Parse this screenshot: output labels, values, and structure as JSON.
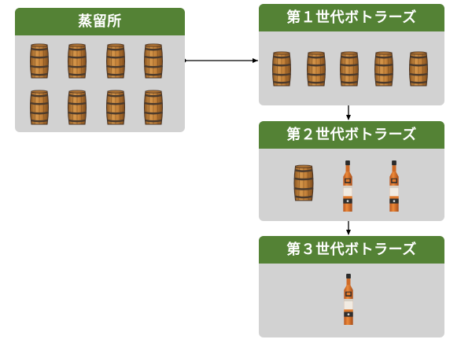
{
  "panels": {
    "distillery": {
      "title": "蒸留所",
      "items": [
        "barrel",
        "barrel",
        "barrel",
        "barrel",
        "barrel",
        "barrel",
        "barrel",
        "barrel"
      ]
    },
    "first_bottlers": {
      "title": "第１世代ボトラーズ",
      "items": [
        "barrel",
        "barrel",
        "barrel",
        "barrel",
        "barrel"
      ]
    },
    "second_bottlers": {
      "title": "第２世代ボトラーズ",
      "items": [
        "barrel",
        "bottle",
        "bottle"
      ]
    },
    "third_bottlers": {
      "title": "第３世代ボトラーズ",
      "items": [
        "bottle"
      ]
    }
  },
  "icons": {
    "barrel": "barrel-icon",
    "bottle": "whisky-bottle-icon"
  },
  "colors": {
    "header": "#548235",
    "panel": "#d2d2d2",
    "barrel_wood": "#c98a3e",
    "barrel_hoop": "#5a4636",
    "bottle_amber": "#d9702a",
    "connector": "#000000"
  }
}
